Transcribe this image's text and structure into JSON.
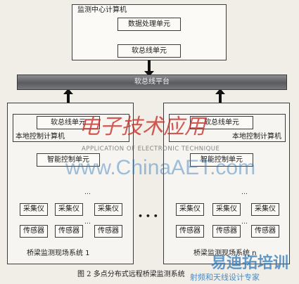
{
  "center": {
    "title": "监测中心计算机",
    "data_unit": "数据处理单元",
    "bus_unit": "软总线单元"
  },
  "platform": "软总线平台",
  "site_left": {
    "bus_unit": "软总线单元",
    "local_computer": "本地控制计算机",
    "smart_unit": "智能控制单元",
    "collectors": [
      "采集仪",
      "采集仪",
      "采集仪"
    ],
    "sensors": [
      "传感器",
      "传感器",
      "传感器"
    ],
    "ellipsis": "…",
    "system_label": "桥梁监测现场系统 1"
  },
  "site_right": {
    "bus_unit": "软总线单元",
    "local_computer": "本地控制计算机",
    "smart_unit": "智能控制单元",
    "collectors": [
      "采集仪",
      "采集仪",
      "采集仪"
    ],
    "sensors": [
      "传感器",
      "传感器",
      "传感器"
    ],
    "ellipsis": "…",
    "system_label": "桥梁监测现场系统 n"
  },
  "between_dots": "• • •",
  "caption": "图 2   多点分布式远程桥梁监测系统",
  "watermark": {
    "site": "www.ChinaAET.com",
    "tech": "APPLICATION OF ELECTRONIC TECHNIQUE",
    "brand": "电子技术应用",
    "corner_top": "易迪拓培训",
    "corner_bottom": "射频和天线设计专家"
  },
  "colors": {
    "arrow": "#111111",
    "platform": "#6e6f73",
    "watermark_red": "#c8322c",
    "watermark_blue": "#2f78b8"
  }
}
